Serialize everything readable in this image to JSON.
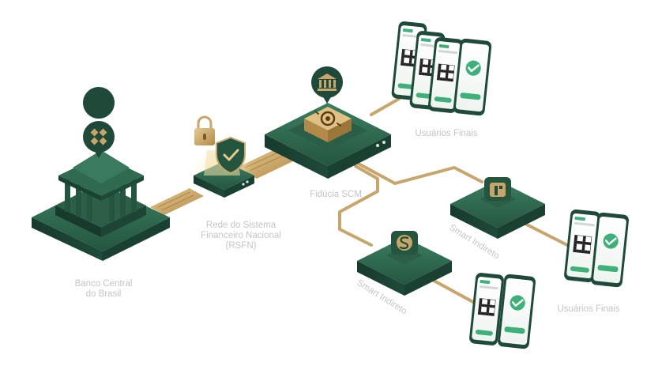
{
  "labels": {
    "banco_central": [
      "Banco Central",
      "do Brasil"
    ],
    "rsfn": [
      "Rede do Sistema",
      "Financeiro Nacional",
      "(RSFN)"
    ],
    "fiducia": "Fidúcia SCM",
    "usuarios_top": "Usuários Finais",
    "usuarios_right": "Usuários Finais",
    "smart_right": "Smart Indireto",
    "smart_bottom": "Smart Indireto"
  },
  "icons": {
    "banco_central": "bcb-logo-icon",
    "rsfn": "shield-check-icon",
    "lock": "padlock-icon",
    "fiducia_badge": "bank-building-icon",
    "fiducia_core": "gear-sync-icon",
    "smart_right": "i-logo-icon",
    "smart_bottom": "s-logo-icon",
    "phone_success": "check-circle-icon",
    "phone_qr": "qr-code-icon"
  },
  "colors": {
    "dark_green": "#1f4a3a",
    "mid_green": "#2e6a52",
    "light_green": "#3f8a6a",
    "gold": "#c8a56a",
    "success_green": "#3fb07a",
    "label_gray": "#c3c6c4"
  }
}
